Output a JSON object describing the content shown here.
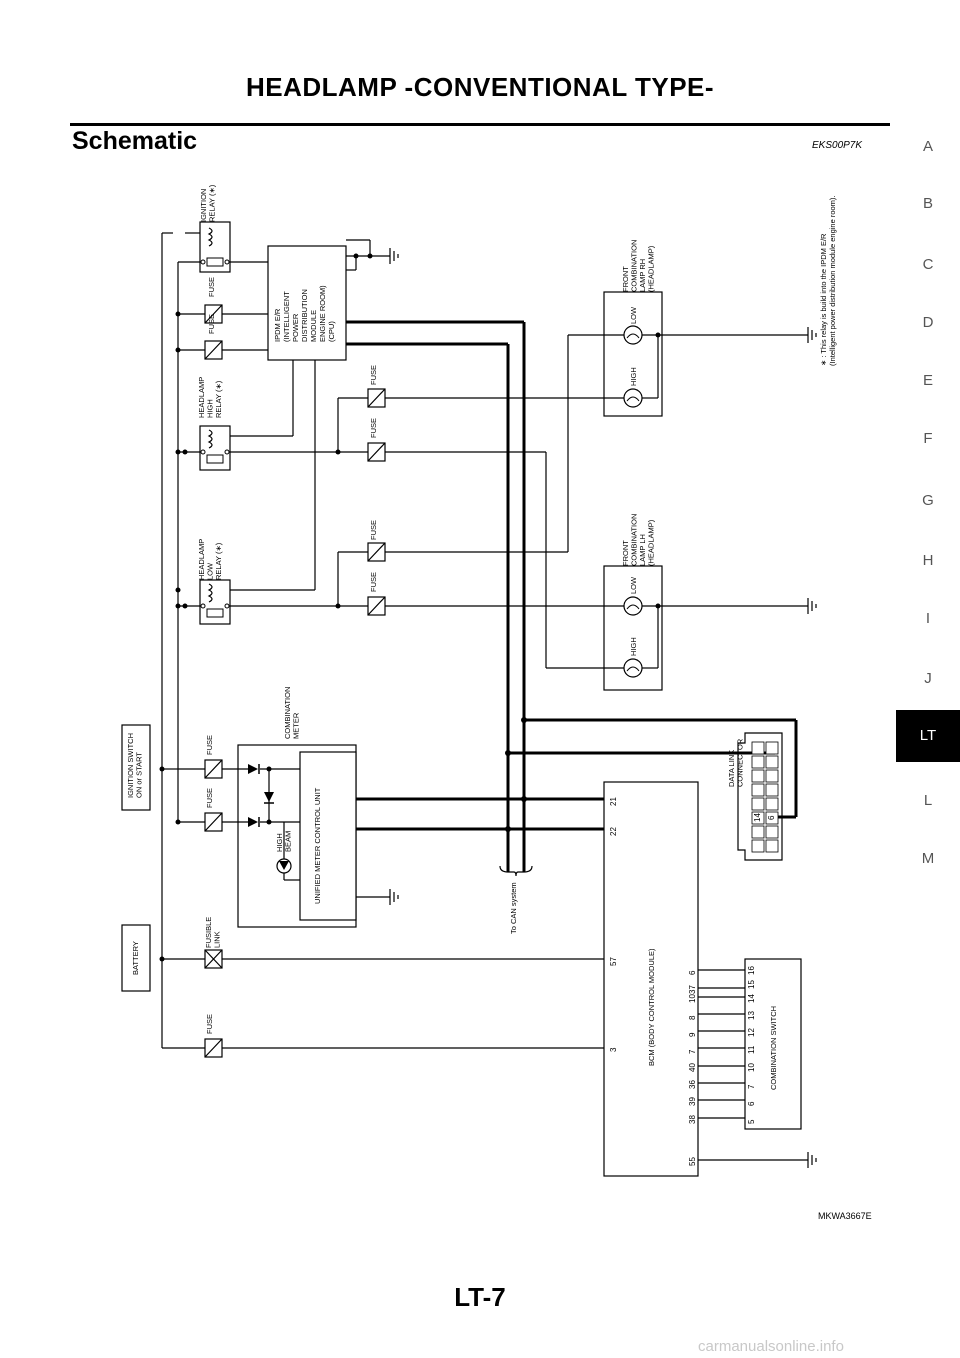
{
  "header": {
    "title": "HEADLAMP -CONVENTIONAL TYPE-"
  },
  "section": {
    "title": "Schematic",
    "code": "EKS00P7K"
  },
  "side_index": [
    "A",
    "B",
    "C",
    "D",
    "E",
    "F",
    "G",
    "H",
    "I",
    "J",
    "LT",
    "L",
    "M"
  ],
  "side_index_active": "LT",
  "labels": {
    "ignition_relay": [
      "IGNITION",
      "RELAY (∗)"
    ],
    "ipdm": [
      "IPDM E/R",
      "(INTELLIGENT",
      "POWER",
      "DISTRIBUTION",
      "MODULE",
      "ENGINE ROOM)",
      "(CPU)"
    ],
    "headlamp_high_relay": [
      "HEADLAMP",
      "HIGH",
      "RELAY (∗)"
    ],
    "headlamp_low_relay": [
      "HEADLAMP",
      "LOW",
      "RELAY (∗)"
    ],
    "front_lamp_rh": [
      "FRONT",
      "COMBINATION",
      "LAMP RH",
      "(HEADLAMP)"
    ],
    "front_lamp_lh": [
      "FRONT",
      "COMBINATION",
      "LAMP LH",
      "(HEADLAMP)"
    ],
    "combination_meter": [
      "COMBINATION",
      "METER"
    ],
    "unified_meter": "UNIFIED METER CONTROL UNIT",
    "high_beam": [
      "HIGH",
      "BEAM"
    ],
    "ignition_switch": [
      "IGNITION SWITCH",
      "ON or START"
    ],
    "battery": "BATTERY",
    "fusible_link": [
      "FUSIBLE",
      "LINK"
    ],
    "fuse": "FUSE",
    "low": "LOW",
    "high": "HIGH",
    "data_link_connector": [
      "DATA LINK",
      "CONNECTOR"
    ],
    "dlc_pins": [
      "14",
      "6"
    ],
    "can_system": "To CAN system",
    "bcm": "BCM (BODY CONTROL MODULE)",
    "bcm_pins_top": [
      "57",
      "22",
      "21"
    ],
    "bcm_pin_left": "3",
    "bcm_pins_bottom": [
      "38",
      "39",
      "36",
      "40",
      "7",
      "9",
      "8",
      "10",
      "37",
      "6"
    ],
    "bcm_pin_ground": "55",
    "combination_switch": "COMBINATION SWITCH",
    "comb_switch_pins": [
      "5",
      "6",
      "7",
      "10",
      "11",
      "12",
      "13",
      "14",
      "15",
      "16"
    ],
    "footnote": [
      "∗ : This relay is build into the IPDM E/R",
      "(Intelligent power distribution module engine room)."
    ]
  },
  "footer": {
    "figure_code": "MKWA3667E",
    "page": "LT-7"
  },
  "watermark": "carmanualsonline.info"
}
